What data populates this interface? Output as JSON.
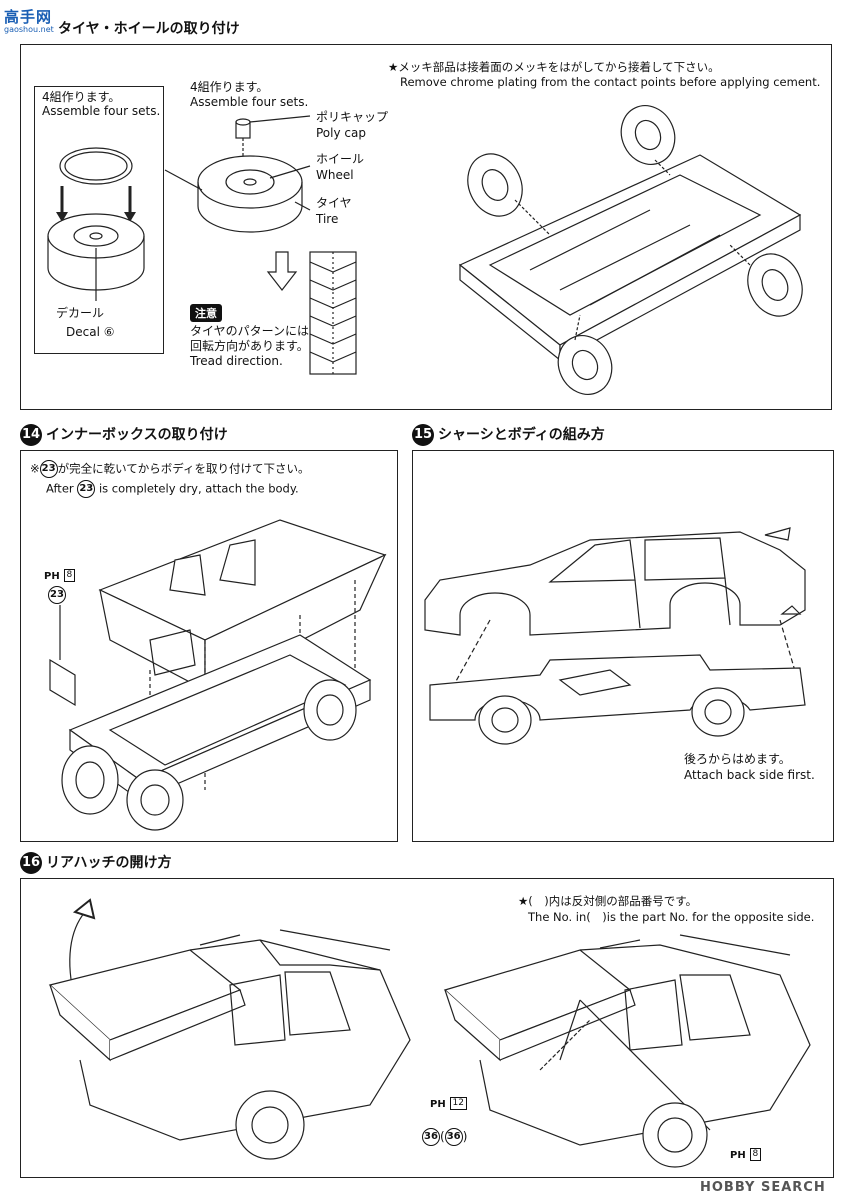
{
  "header": {
    "logo_text": "高手网",
    "logo_sub": "gaoshou.net",
    "title": "タイヤ・ホイールの取り付け"
  },
  "step13": {
    "inset_jp": "4組作ります。",
    "inset_en": "Assemble four sets.",
    "decal_jp": "デカール",
    "decal_en": "Decal",
    "decal_num": "⑥",
    "assemble_jp": "4組作ります。",
    "assemble_en": "Assemble four sets.",
    "polycap_jp": "ポリキャップ",
    "polycap_en": "Poly cap",
    "wheel_jp": "ホイール",
    "wheel_en": "Wheel",
    "tire_jp": "タイヤ",
    "tire_en": "Tire",
    "caution_badge": "注意",
    "caution_jp1": "タイヤのパターンには",
    "caution_jp2": "回転方向があります。",
    "caution_en": "Tread direction.",
    "chrome_jp": "★メッキ部品は接着面のメッキをはがしてから接着して下さい。",
    "chrome_en": "Remove chrome plating from the contact points before applying cement."
  },
  "step14": {
    "num": "14",
    "title": "インナーボックスの取り付け",
    "note_jp_prefix": "※",
    "note_part": "23",
    "note_jp_suffix": "が完全に乾いてからボディを取り付けて下さい。",
    "note_en_prefix": "After",
    "note_en_suffix": "is completely dry, attach the body.",
    "ph_label": "PH",
    "ph_num": "8",
    "part_num": "23"
  },
  "step15": {
    "num": "15",
    "title": "シャーシとボディの組み方",
    "note_jp": "後ろからはめます。",
    "note_en": "Attach back side first."
  },
  "step16": {
    "num": "16",
    "title": "リアハッチの開け方",
    "note_jp": "★(　)内は反対側の部品番号です。",
    "note_en": "The No. in(　)is the part No. for the opposite side.",
    "ph1_label": "PH",
    "ph1_num": "12",
    "ph2_label": "PH",
    "ph2_num": "8",
    "part_a": "36",
    "part_b": "36"
  },
  "footer": {
    "watermark": "HOBBY SEARCH"
  }
}
